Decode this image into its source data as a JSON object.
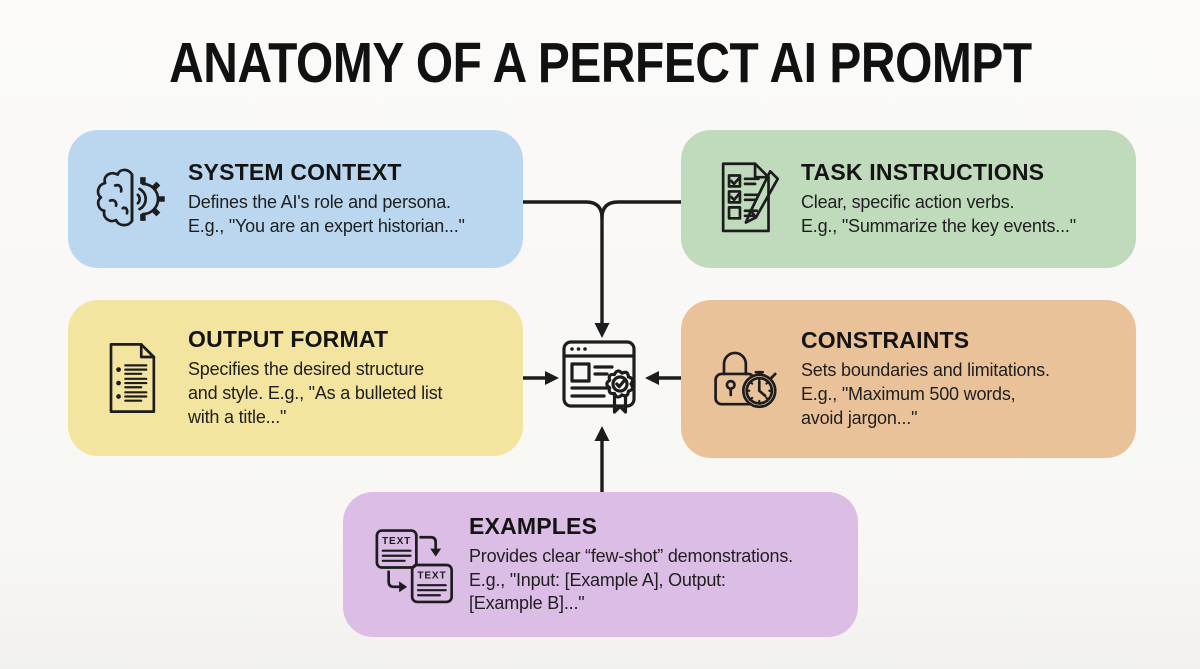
{
  "title": "ANATOMY OF A PERFECT AI PROMPT",
  "colors": {
    "background": "#fbfaf8",
    "ink": "#1d1d1d",
    "blue": "#bad7ef",
    "green": "#c0dabc",
    "yellow": "#f3e4a0",
    "orange": "#eac29a",
    "purple": "#dcbde6"
  },
  "cards": [
    {
      "id": "system-context",
      "heading": "SYSTEM CONTEXT",
      "body": "Defines the AI's role and persona.\nE.g., \"You are an expert historian...\"",
      "icon": "brain-gear-icon",
      "color": "#bad7ef"
    },
    {
      "id": "task-instructions",
      "heading": "TASK INSTRUCTIONS",
      "body": "Clear, specific action verbs.\nE.g., \"Summarize the key events...\"",
      "icon": "checklist-pencil-icon",
      "color": "#c0dabc"
    },
    {
      "id": "output-format",
      "heading": "OUTPUT FORMAT",
      "body": "Specifies the desired structure\nand style. E.g., \"As a bulleted list\nwith a title...\"",
      "icon": "document-list-icon",
      "color": "#f3e4a0"
    },
    {
      "id": "constraints",
      "heading": "CONSTRAINTS",
      "body": "Sets boundaries and limitations.\nE.g., \"Maximum 500 words,\navoid jargon...\"",
      "icon": "lock-stopwatch-icon",
      "color": "#eac29a"
    },
    {
      "id": "examples",
      "heading": "EXAMPLES",
      "body": "Provides clear “few-shot” demonstrations.\nE.g., \"Input: [Example A], Output:\n[Example B]...\"",
      "icon": "text-transform-icon",
      "icon_labels": [
        "TEXT",
        "TEXT"
      ],
      "color": "#dcbde6"
    }
  ],
  "center": {
    "icon": "prompt-window-badge-icon"
  },
  "connectors": [
    {
      "from": "system-context",
      "to": "center"
    },
    {
      "from": "task-instructions",
      "to": "center"
    },
    {
      "from": "output-format",
      "to": "center"
    },
    {
      "from": "constraints",
      "to": "center"
    },
    {
      "from": "examples",
      "to": "center"
    }
  ]
}
